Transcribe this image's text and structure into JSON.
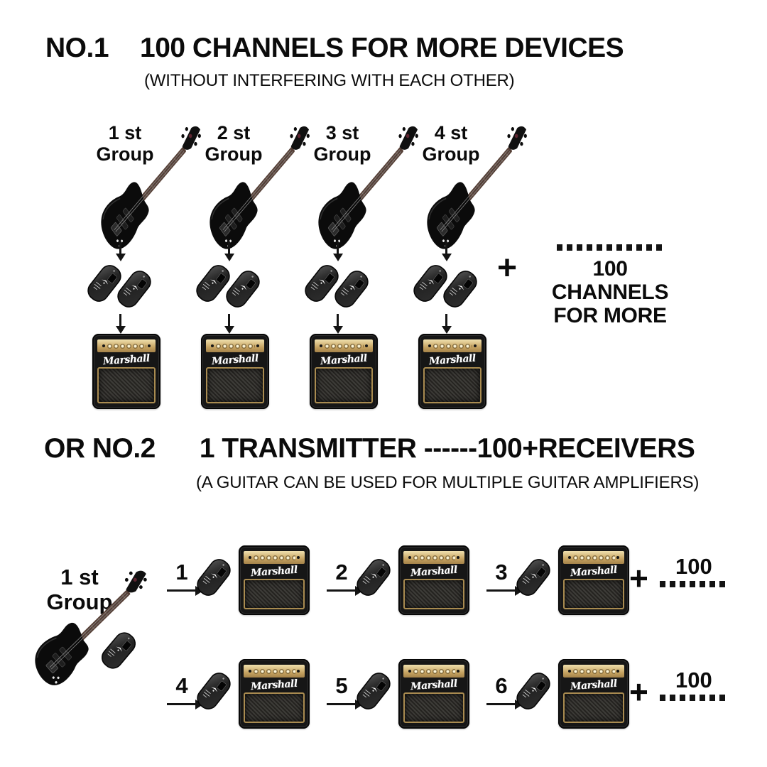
{
  "colors": {
    "background": "#ffffff",
    "text": "#0b0b0b",
    "amp_gold": "#c5a260"
  },
  "section1": {
    "no": "NO.1",
    "title": "100 CHANNELS FOR MORE DEVICES",
    "subtitle": "(WITHOUT INTERFERING WITH EACH OTHER)",
    "groups": [
      {
        "line1": "1 st",
        "line2": "Group"
      },
      {
        "line1": "2 st",
        "line2": "Group"
      },
      {
        "line1": "3 st",
        "line2": "Group"
      },
      {
        "line1": "4 st",
        "line2": "Group"
      }
    ],
    "more": {
      "plus": "+",
      "line1": "100 CHANNELS",
      "line2": "FOR MORE"
    }
  },
  "section2": {
    "no": "OR  NO.2",
    "title": "1 TRANSMITTER ------100+RECEIVERS",
    "subtitle": "(A GUITAR CAN BE USED FOR MULTIPLE GUITAR AMPLIFIERS)",
    "group": {
      "line1": "1 st",
      "line2": "Group"
    },
    "links": [
      "1",
      "2",
      "3",
      "4",
      "5",
      "6"
    ],
    "more": {
      "plus": "+",
      "value": "100"
    }
  },
  "amp": {
    "logo": "Marshall"
  }
}
